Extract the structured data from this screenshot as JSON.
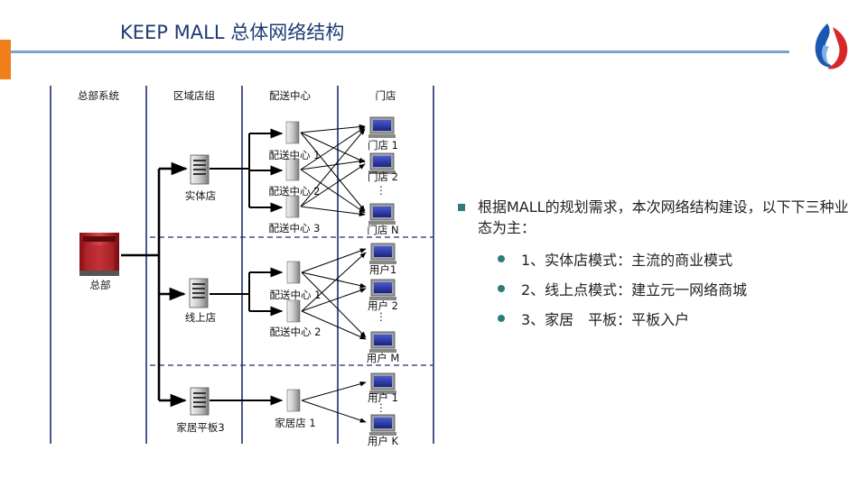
{
  "slide": {
    "title": "KEEP MALL 总体网络结构"
  },
  "colors": {
    "accent_orange": "#f07f1a",
    "title_blue": "#1f3b73",
    "rule_blue": "#7da1cf",
    "bullet_teal": "#2e7c78",
    "column_lines": "#1f2d6e"
  },
  "diagram": {
    "column_headers": [
      "总部系统",
      "区域店组",
      "配送中心",
      "门店"
    ],
    "hq": {
      "label": "总部",
      "icon": "mainframe-icon"
    },
    "groups": [
      {
        "store_label": "实体店",
        "centers": [
          "配送中心 1",
          "配送中心 2",
          "配送中心 3"
        ],
        "terminals": [
          "门店 1",
          "门店 2",
          "门店 N"
        ],
        "ellipsis": "⋮"
      },
      {
        "store_label": "线上店",
        "centers": [
          "配送中心 1",
          "配送中心 2"
        ],
        "terminals": [
          "用户1",
          "用户 2",
          "用户 M"
        ],
        "ellipsis": "⋮"
      },
      {
        "store_label": "家居平板3",
        "centers": [
          "家居店 1"
        ],
        "terminals": [
          "用户 1",
          "用户 K"
        ],
        "ellipsis": "⋮"
      }
    ]
  },
  "description": {
    "main": "根据MALL的规划需求，本次网络结构建设，以下下三种业态为主：",
    "items": [
      "1、实体店模式：主流的商业模式",
      "2、线上点模式：建立元一网络商城",
      "3、家居　平板：平板入户"
    ]
  }
}
